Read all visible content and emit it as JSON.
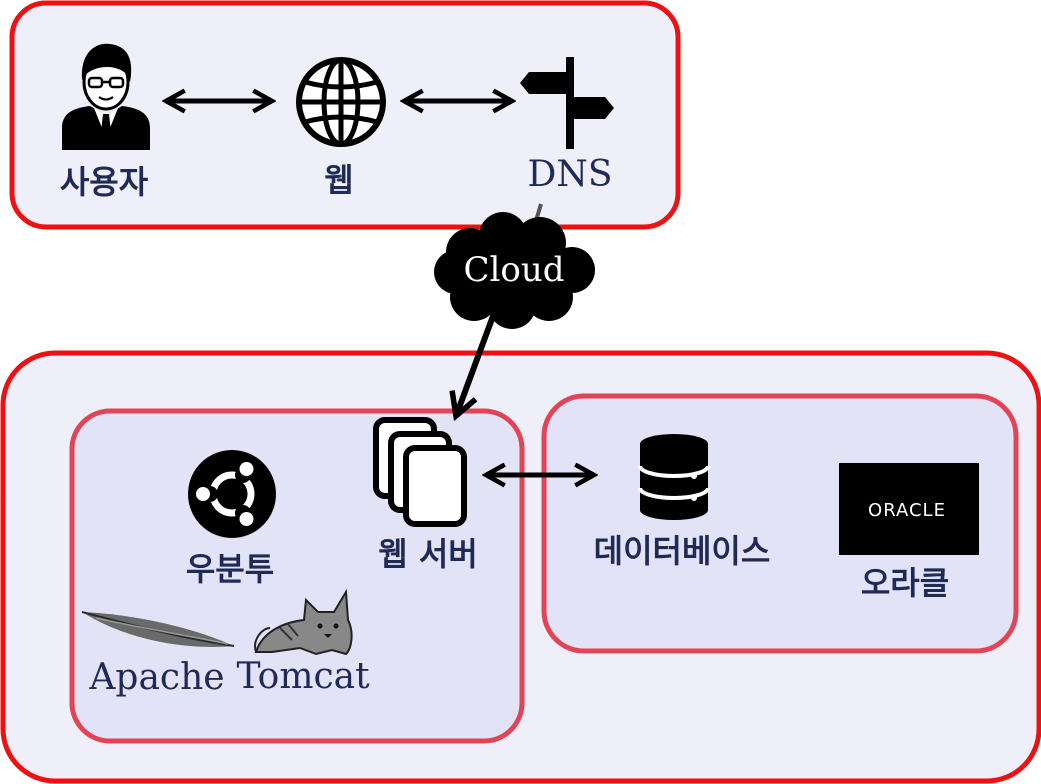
{
  "colors": {
    "frame": "#ee1111",
    "inner_frame": "#e24455",
    "panel_fill": "#efeffa",
    "inner_fill": "#e3e3f7",
    "label": "#1f2a55",
    "icon": "#000000"
  },
  "top_panel": {
    "user": {
      "icon": "user-icon",
      "label": "사용자"
    },
    "web": {
      "icon": "globe-icon",
      "label": "웹"
    },
    "dns": {
      "icon": "signpost-icon",
      "label": "DNS"
    }
  },
  "cloud": {
    "icon": "cloud-icon",
    "label": "Cloud"
  },
  "bottom_panel": {
    "server_group": {
      "ubuntu": {
        "icon": "ubuntu-icon",
        "label": "우분투"
      },
      "web_server": {
        "icon": "server-stack-icon",
        "label": "웹 서버"
      },
      "apache": {
        "icon": "apache-feather-icon",
        "label": "Apache"
      },
      "tomcat": {
        "icon": "tomcat-cat-icon",
        "label": "Tomcat"
      }
    },
    "db_group": {
      "database": {
        "icon": "database-icon",
        "label": "데이터베이스"
      },
      "oracle": {
        "logo_text": "ORACLE",
        "label": "오라클"
      }
    }
  }
}
